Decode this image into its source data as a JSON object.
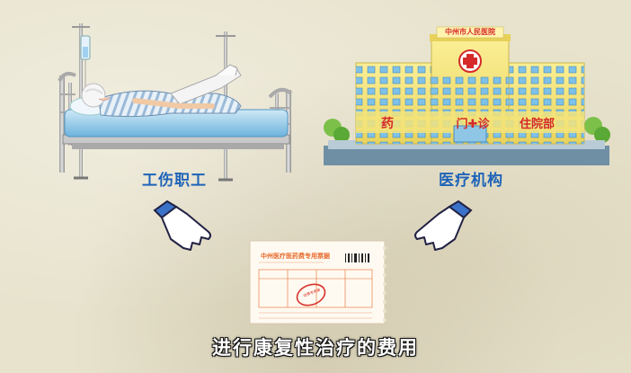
{
  "labels": {
    "worker": "工伤职工",
    "hospital": "医疗机构"
  },
  "subtitle": "进行康复性治疗的费用",
  "hospital_building": {
    "name": "中州市人民医院",
    "sign_left": "药",
    "sign_center": "门✚诊",
    "sign_right": "住院部"
  },
  "receipt": {
    "title": "中州医疗医药费专用票据",
    "stamp": "收费专用章"
  },
  "colors": {
    "label_blue": "#1e63b8",
    "building_yellow": "#f3e47a",
    "receipt_orange": "#e8692a"
  },
  "icons": [
    "pointing-hand-left-icon",
    "pointing-hand-right-icon",
    "red-cross-icon"
  ]
}
